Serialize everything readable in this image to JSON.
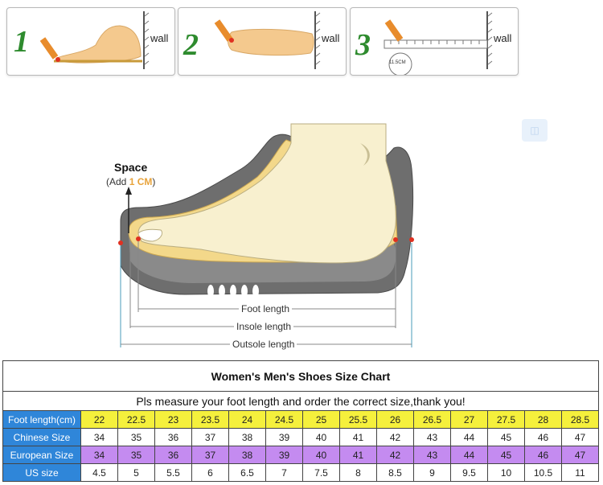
{
  "steps": [
    {
      "number": "1",
      "wall_label": "wall"
    },
    {
      "number": "2",
      "wall_label": "wall"
    },
    {
      "number": "3",
      "wall_label": "wall",
      "ruler_label": "11.5CM"
    }
  ],
  "diagram": {
    "space_label": "Space",
    "add_prefix": "(Add ",
    "add_value": "1 CM",
    "add_suffix": ")",
    "foot_length": "Foot length",
    "insole_length": "Insole length",
    "outsole_length": "Outsole length",
    "colors": {
      "sole": "#6e6e6e",
      "insole": "#f3d88a",
      "foot": "#f8f0cf",
      "marker": "#e03020",
      "highlight": "#e8a33a"
    }
  },
  "table": {
    "title": "Women's Men's Shoes Size Chart",
    "note": "Pls measure your foot length and order the correct size,thank you!",
    "rows": [
      {
        "label": "Foot length(cm)",
        "style": "yellow",
        "values": [
          "22",
          "22.5",
          "23",
          "23.5",
          "24",
          "24.5",
          "25",
          "25.5",
          "26",
          "26.5",
          "27",
          "27.5",
          "28",
          "28.5"
        ]
      },
      {
        "label": "Chinese Size",
        "style": "white",
        "values": [
          "34",
          "35",
          "36",
          "37",
          "38",
          "39",
          "40",
          "41",
          "42",
          "43",
          "44",
          "45",
          "46",
          "47"
        ]
      },
      {
        "label": "European Size",
        "style": "purple",
        "values": [
          "34",
          "35",
          "36",
          "37",
          "38",
          "39",
          "40",
          "41",
          "42",
          "43",
          "44",
          "45",
          "46",
          "47"
        ]
      },
      {
        "label": "US size",
        "style": "white",
        "values": [
          "4.5",
          "5",
          "5.5",
          "6",
          "6.5",
          "7",
          "7.5",
          "8",
          "8.5",
          "9",
          "9.5",
          "10",
          "10.5",
          "11"
        ]
      }
    ],
    "colors": {
      "header": "#2f86d9",
      "yellow": "#f5f03c",
      "purple": "#c48bf0"
    }
  }
}
